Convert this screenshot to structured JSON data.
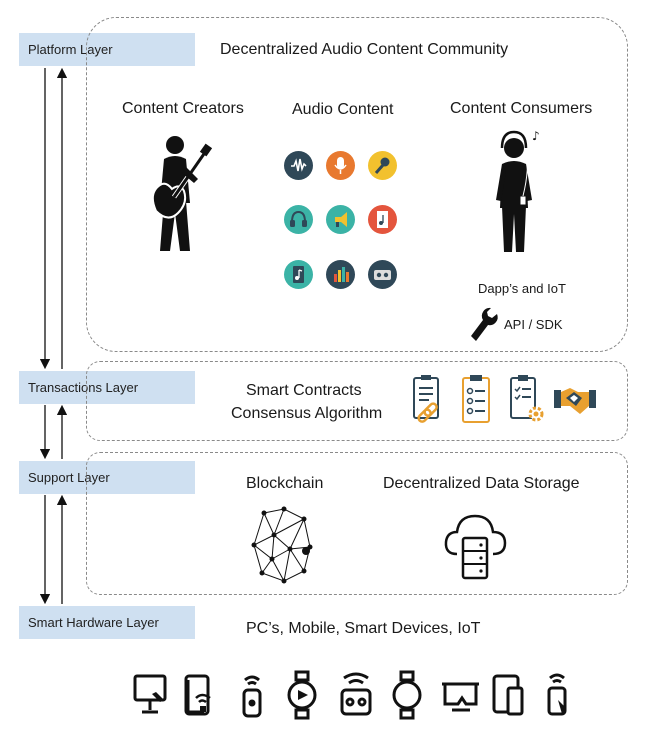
{
  "layers": {
    "platform": "Platform Layer",
    "transactions": "Transactions Layer",
    "support": "Support Layer",
    "hardware": "Smart Hardware Layer"
  },
  "platform": {
    "title": "Decentralized Audio Content Community",
    "creators": "Content Creators",
    "audio": "Audio Content",
    "consumers": "Content Consumers",
    "dapps": "Dapp’s and IoT",
    "api": "API / SDK"
  },
  "transactions": {
    "line1": "Smart Contracts",
    "line2": "Consensus Algorithm"
  },
  "support": {
    "blockchain": "Blockchain",
    "storage": "Decentralized Data Storage"
  },
  "hardware": {
    "devices": "PC’s, Mobile, Smart Devices, IoT"
  },
  "colors": {
    "label_bg": "#cfe0f1",
    "navy": "#2f4858",
    "orange": "#e8792f",
    "yellow": "#f2c12e",
    "teal": "#3bb3a6",
    "red": "#e4553d"
  }
}
